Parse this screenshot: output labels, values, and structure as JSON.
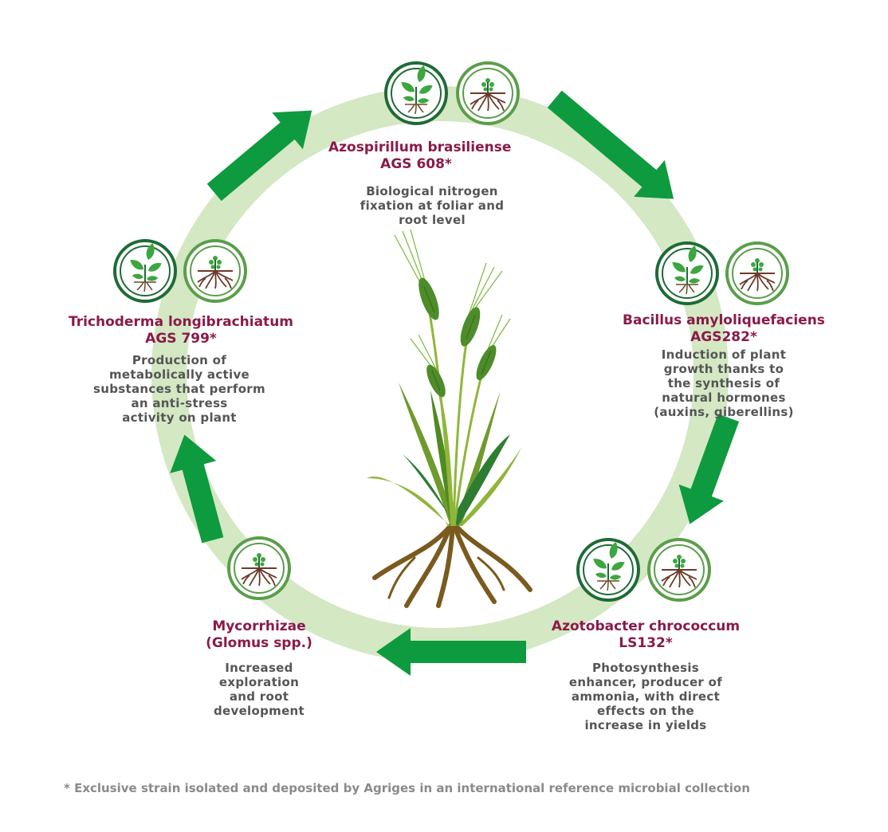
{
  "nodes": {
    "top": {
      "title": [
        "Azospirillum brasiliense",
        "AGS 608*"
      ],
      "desc": [
        "Biological nitrogen",
        "fixation at foliar and",
        "root level"
      ]
    },
    "right": {
      "title": [
        "Bacillus amyloliquefaciens",
        "AGS282*"
      ],
      "desc": [
        "Induction of plant",
        "growth thanks to",
        "the synthesis of",
        "natural hormones",
        "(auxins, giberellins)"
      ]
    },
    "bottom_right": {
      "title": [
        "Azotobacter chrococcum",
        "LS132*"
      ],
      "desc": [
        "Photosynthesis",
        "enhancer, producer of",
        "ammonia, with direct",
        "effects on the",
        "increase in yields"
      ]
    },
    "bottom_left": {
      "title": [
        "Mycorrhizae",
        "(Glomus spp.)"
      ],
      "desc": [
        "Increased",
        "exploration",
        "and root",
        "development"
      ]
    },
    "left": {
      "title": [
        "Trichoderma longibrachiatum",
        "AGS 799*"
      ],
      "desc": [
        "Production of",
        "metabolically active",
        "substances that perform",
        "an anti-stress",
        "activity on plant"
      ]
    }
  },
  "icons": [
    "plant-leaves-icon",
    "plant-roots-icon"
  ],
  "colors": {
    "ring": "#d3e8c3",
    "arrow": "#0e9a3e",
    "title": "#8a1a4a",
    "text": "#555555",
    "icon_dark": "#1e6b35",
    "icon_light": "#5a9e4a"
  },
  "footnote": "*  Exclusive strain isolated and deposited by Agriges in an international reference microbial collection"
}
